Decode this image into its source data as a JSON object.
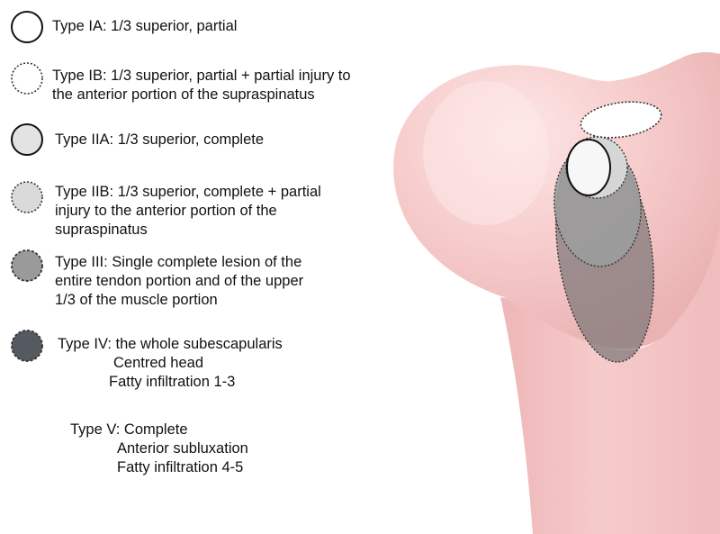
{
  "legend": [
    {
      "key": "IA",
      "swatch_fill": "#ffffff",
      "swatch_border": "solid",
      "lines": [
        "Type IA: 1/3 superior, partial"
      ]
    },
    {
      "key": "IB",
      "swatch_fill": "#ffffff",
      "swatch_border": "dotted",
      "lines": [
        "Type IB: 1/3 superior, partial + partial injury to",
        "the anterior portion of the supraspinatus"
      ]
    },
    {
      "key": "IIA",
      "swatch_fill": "#e3e3e3",
      "swatch_border": "solid",
      "lines": [
        "Type IIA: 1/3 superior, complete"
      ]
    },
    {
      "key": "IIB",
      "swatch_fill": "#dadada",
      "swatch_border": "dotted",
      "lines": [
        "Type IIB: 1/3 superior, complete + partial",
        "injury to the anterior portion of the",
        "supraspinatus"
      ]
    },
    {
      "key": "III",
      "swatch_fill": "#9a9a9a",
      "swatch_border": "dashed",
      "lines": [
        "Type III: Single complete lesion of the",
        "entire tendon portion and of the upper",
        "1/3 of the muscle portion"
      ]
    },
    {
      "key": "IV",
      "swatch_fill": "#555a60",
      "swatch_border": "dashed",
      "lines": [
        "Type IV: the whole subescapularis",
        "Centred head",
        "Fatty infiltration 1-3"
      ]
    },
    {
      "key": "V",
      "lines": [
        "Type V: Complete",
        "Anterior subluxation",
        "Fatty infiltration 4-5"
      ]
    }
  ],
  "colors": {
    "bone": "#f4c4c4",
    "bone_highlight": "#fbe0e0",
    "bone_shadow": "#e6a9ab",
    "outline": "#222222"
  }
}
